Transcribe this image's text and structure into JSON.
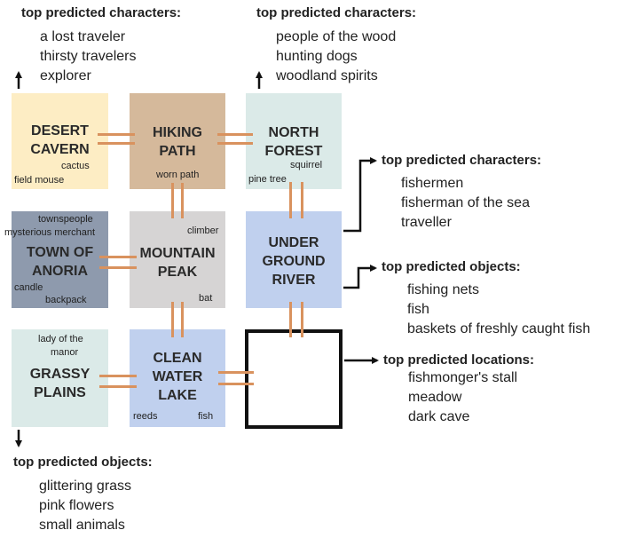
{
  "colors": {
    "desert": "#fdedc4",
    "hiking": "#d5b99b",
    "forest": "#dbeae8",
    "town": "#8e9aad",
    "mountain": "#d6d4d4",
    "river": "#c0d0ee",
    "grassy": "#dbeae8",
    "lake": "#c0d0ee",
    "connector": "#d9925e",
    "arrow": "#111111"
  },
  "tiles": {
    "desert": {
      "line1": "DESERT",
      "line2": "CAVERN",
      "subs": [
        "cactus",
        "field mouse"
      ]
    },
    "hiking": {
      "line1": "HIKING",
      "line2": "PATH",
      "subs": [
        "worn path"
      ]
    },
    "forest": {
      "line1": "NORTH",
      "line2": "FOREST",
      "subs": [
        "squirrel",
        "pine tree"
      ]
    },
    "town": {
      "line1": "TOWN OF",
      "line2": "ANORIA",
      "subs": [
        "townspeople",
        "mysterious merchant",
        "candle",
        "backpack"
      ]
    },
    "mountain": {
      "line1": "MOUNTAIN",
      "line2": "PEAK",
      "subs": [
        "climber",
        "bat"
      ]
    },
    "river": {
      "line1": "UNDER",
      "line2": "GROUND",
      "line3": "RIVER"
    },
    "grassy": {
      "line1": "GRASSY",
      "line2": "PLAINS",
      "subs": [
        "lady of the",
        "manor"
      ]
    },
    "lake": {
      "line1": "CLEAN",
      "line2": "WATER",
      "line3": "LAKE",
      "subs": [
        "reeds",
        "fish"
      ]
    }
  },
  "predictions": {
    "desert_characters": {
      "heading": "top predicted characters:",
      "items": [
        "a lost traveler",
        "thirsty travelers",
        "explorer"
      ]
    },
    "forest_characters": {
      "heading": "top predicted characters:",
      "items": [
        "people of the wood",
        "hunting dogs",
        "woodland spirits"
      ]
    },
    "river_characters": {
      "heading": "top predicted characters:",
      "items": [
        "fishermen",
        "fisherman of the sea",
        "traveller"
      ]
    },
    "river_objects": {
      "heading": "top predicted objects:",
      "items": [
        "fishing nets",
        "fish",
        "baskets of freshly caught fish"
      ]
    },
    "empty_locations": {
      "heading": "top predicted locations:",
      "items": [
        "fishmonger's stall",
        "meadow",
        "dark cave"
      ]
    },
    "grassy_objects": {
      "heading": "top predicted objects:",
      "items": [
        "glittering grass",
        "pink flowers",
        "small animals"
      ]
    }
  }
}
